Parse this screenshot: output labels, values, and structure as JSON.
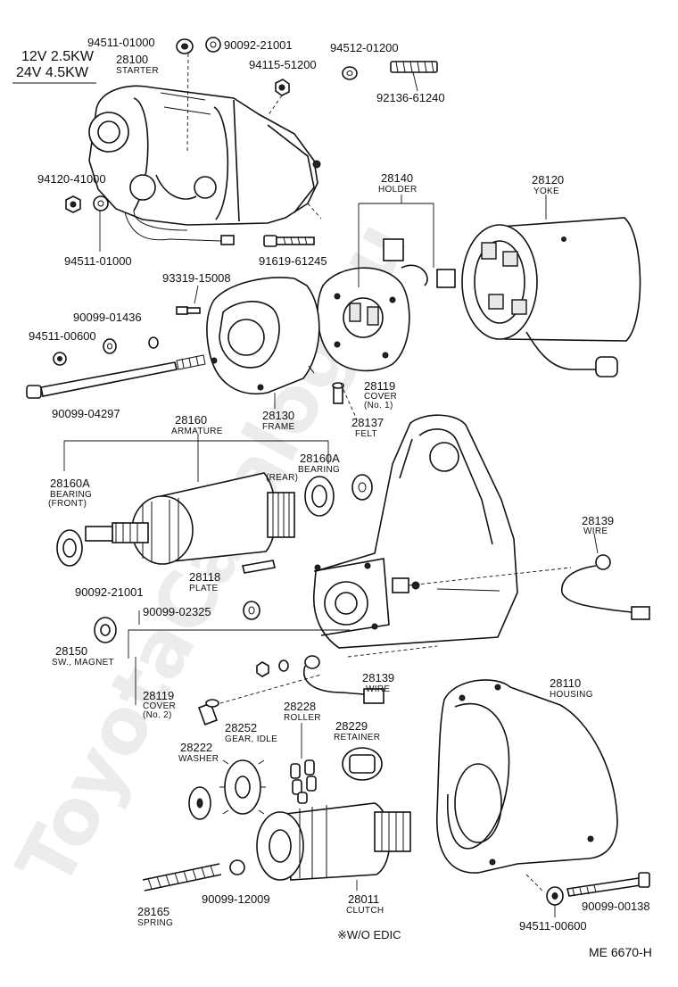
{
  "header": {
    "rating_12v": "12V  2.5KW",
    "rating_24v": "24V  4.5KW"
  },
  "parts": {
    "p94511_01000_top": "94511-01000",
    "p90092_21001_top": "90092-21001",
    "p28100": "28100",
    "n28100": "STARTER",
    "p94115_51200": "94115-51200",
    "p94512_01200": "94512-01200",
    "p92136_61240": "92136-61240",
    "p94120_41000": "94120-41000",
    "p94511_01000_b": "94511-01000",
    "p91619_61245": "91619-61245",
    "p28140": "28140",
    "n28140": "HOLDER",
    "p28120": "28120",
    "n28120": "YOKE",
    "p93319_15008": "93319-15008",
    "p90099_01436": "90099-01436",
    "p94511_00600_l": "94511-00600",
    "p90099_04297": "90099-04297",
    "p28130": "28130",
    "n28130": "FRAME",
    "p28119_1": "28119",
    "n28119_1a": "COVER",
    "n28119_1b": "(No. 1)",
    "p28160": "28160",
    "n28160": "ARMATURE",
    "p28137": "28137",
    "n28137": "FELT",
    "p28160A_r": "28160A",
    "n28160A_r": "BEARING",
    "n28160A_r2": "(REAR)",
    "p28160A_f": "28160A",
    "n28160A_f": "BEARING",
    "n28160A_f2": "(FRONT)",
    "p28139_top": "28139",
    "n28139_top": "WIRE",
    "p28118": "28118",
    "n28118": "PLATE",
    "p90092_21001_l": "90092-21001",
    "p90099_02325": "90099-02325",
    "p28150": "28150",
    "n28150": "SW., MAGNET",
    "p28139_b": "28139",
    "n28139_b": "WIRE",
    "p28119_2": "28119",
    "n28119_2a": "COVER",
    "n28119_2b": "(No. 2)",
    "p28228": "28228",
    "n28228": "ROLLER",
    "p28252": "28252",
    "n28252": "GEAR, IDLE",
    "p28229": "28229",
    "n28229": "RETAINER",
    "p28222": "28222",
    "n28222": "WASHER",
    "p28110": "28110",
    "n28110": "HOUSING",
    "p28165": "28165",
    "n28165": "SPRING",
    "p90099_12009": "90099-12009",
    "p28011": "28011",
    "n28011": "CLUTCH",
    "p94511_00600_b": "94511-00600",
    "p90099_00138": "90099-00138"
  },
  "footer": {
    "note": "※W/O EDIC",
    "ref": "ME  6670-H"
  },
  "watermark": "ToyotaCatalog.ru"
}
